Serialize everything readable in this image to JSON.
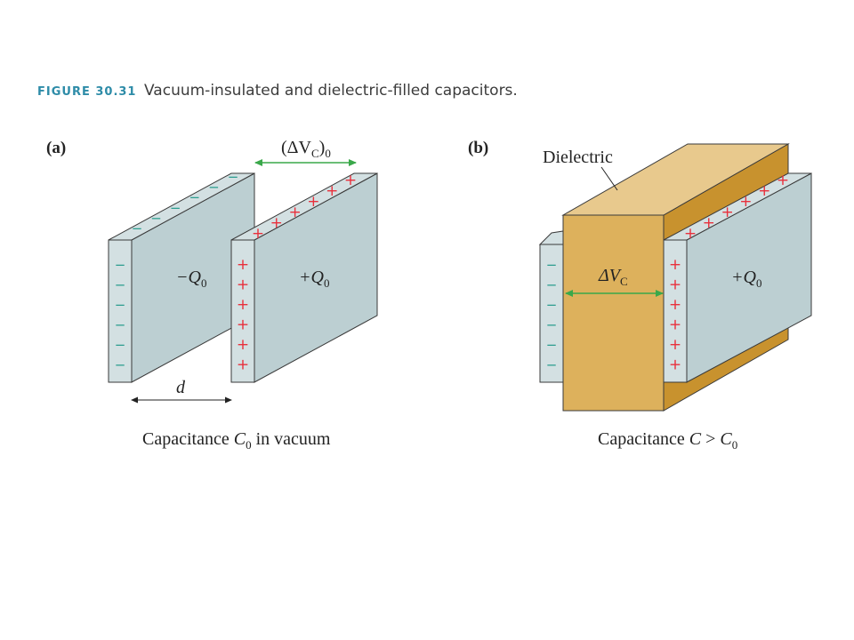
{
  "caption": {
    "number": "FIGURE 30.31",
    "text": "Vacuum-insulated and dielectric-filled capacitors."
  },
  "panel_a": {
    "label": "(a)",
    "voltage": {
      "delta": "(ΔV",
      "subscript": "C",
      "close": ")",
      "close_sub": "0"
    },
    "neg_charge": {
      "sign": "−Q",
      "sub": "0"
    },
    "pos_charge": {
      "sign": "+Q",
      "sub": "0"
    },
    "gap": "d",
    "caption": {
      "pre": "Capacitance ",
      "sym": "C",
      "sub": "0",
      "post": " in vacuum"
    }
  },
  "panel_b": {
    "label": "(b)",
    "dielectric_label": "Dielectric",
    "voltage": {
      "delta": "ΔV",
      "subscript": "C"
    },
    "pos_charge": {
      "sign": "+Q",
      "sub": "0"
    },
    "caption": {
      "pre": "Capacitance ",
      "sym": "C",
      "mid": " > ",
      "sym2": "C",
      "sub": "0"
    }
  },
  "signs": {
    "minus": "−",
    "plus": "+"
  },
  "colors": {
    "plate_face": "#bccfd2",
    "plate_edge": "#d3e0e2",
    "plate_stroke": "#3a3a3a",
    "dielectric_front": "#ddb15c",
    "dielectric_top": "#e8c98d",
    "dielectric_side": "#c8922e",
    "arrow_green": "#3aa84a"
  }
}
